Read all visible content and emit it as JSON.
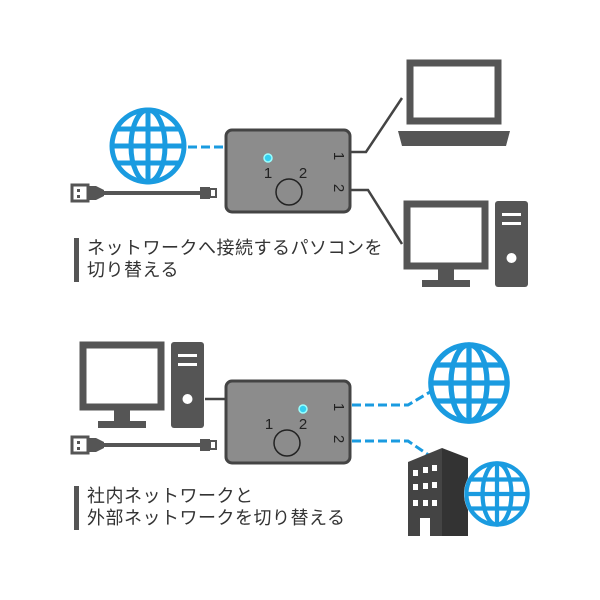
{
  "colors": {
    "accent": "#1a9be0",
    "device": "#555555",
    "switch_fill": "#8c8c8c",
    "led": "#35d0f0"
  },
  "top": {
    "caption": [
      "ネットワークへ接続するパソコンを",
      "切り替える"
    ],
    "switch": {
      "led_label_1": "1",
      "led_label_2": "2",
      "port_1": "1",
      "port_2": "2",
      "active_led": 1
    }
  },
  "bottom": {
    "caption": [
      "社内ネットワークと",
      "外部ネットワークを切り替える"
    ],
    "switch": {
      "led_label_1": "1",
      "led_label_2": "2",
      "port_1": "1",
      "port_2": "2",
      "active_led": 2
    }
  }
}
